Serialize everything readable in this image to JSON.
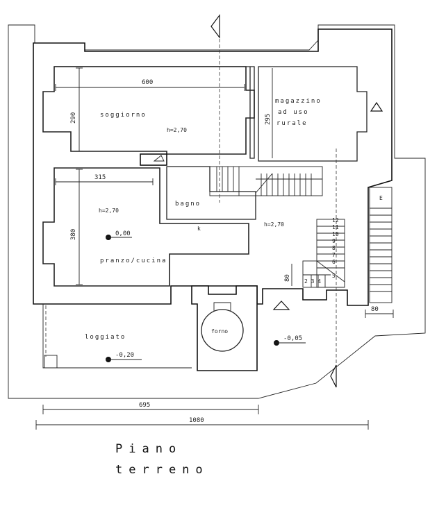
{
  "rooms": {
    "soggiorno": "soggiorno",
    "magazzino_1": "magazzino",
    "magazzino_2": "ad uso",
    "magazzino_3": "rurale",
    "bagno": "bagno",
    "pranzo_cucina": "pranzo/cucina",
    "loggiato": "loggiato",
    "forno": "forno",
    "k": "k"
  },
  "heights": {
    "soggiorno": "h=2,70",
    "pranzo": "h=2,70",
    "disimpegno": "h=2,70"
  },
  "levels": {
    "pranzo": "0,00",
    "loggiato": "-0,20",
    "esterno": "-0,05"
  },
  "dimensions": {
    "d600": "600",
    "d290": "290",
    "d295": "295",
    "d315": "315",
    "d380": "380",
    "d80a": "80",
    "d80b": "80",
    "d695": "695",
    "d1080": "1080"
  },
  "steps": {
    "s12": "12",
    "s11": "11",
    "s10": "10",
    "s9": "9",
    "s8": "8",
    "s7": "7",
    "s6": "6",
    "s5": "5",
    "s234": "2 3 4"
  },
  "ramp_mark": "E",
  "title": {
    "line1": "Piano",
    "line2": "terreno"
  }
}
